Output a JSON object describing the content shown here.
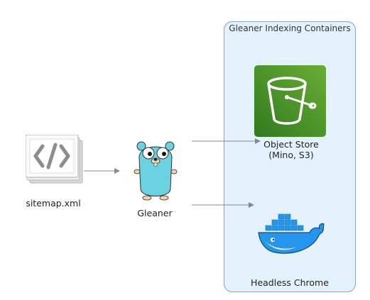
{
  "group": {
    "title": "Gleaner Indexing Containers"
  },
  "nodes": {
    "sitemap": {
      "label": "sitemap.xml",
      "icon": "xml-document-icon"
    },
    "gleaner": {
      "label": "Gleaner",
      "icon": "gopher-mascot-icon"
    },
    "object_store": {
      "label_line1": "Object Store",
      "label_line2": "(Mino, S3)",
      "icon": "bucket-icon"
    },
    "headless_chrome": {
      "label": "Headless Chrome",
      "icon": "docker-whale-icon"
    }
  },
  "edges": [
    {
      "from": "sitemap",
      "to": "gleaner"
    },
    {
      "from": "gleaner",
      "to": "object_store"
    },
    {
      "from": "gleaner",
      "to": "headless_chrome"
    }
  ],
  "colors": {
    "group_fill": "#e3f2fc",
    "group_border": "#8aa4b8",
    "bucket_bg": "#4d8f2a",
    "gopher": "#6ad2e0",
    "docker": "#2496ed",
    "arrow": "#7f8a94"
  }
}
